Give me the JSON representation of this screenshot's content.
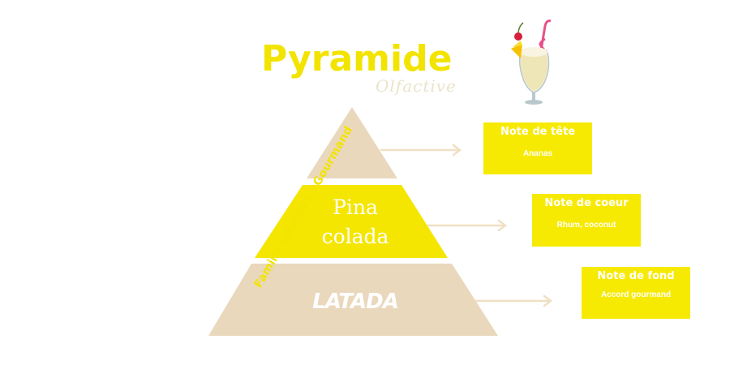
{
  "header": {
    "title": "Pyramide",
    "subtitle": "Olfactive"
  },
  "pyramid": {
    "family_label": "Famille olfactive : Gourmand",
    "middle_label_line1": "Pina",
    "middle_label_line2": "colada",
    "logo_text": "LATADA"
  },
  "notes": [
    {
      "title": "Note de tête",
      "value": "Ananas"
    },
    {
      "title": "Note de coeur",
      "value": "Rhum, coconut"
    },
    {
      "title": "Note de fond",
      "value": "Accord gourmand"
    }
  ],
  "colors": {
    "accent_yellow": "#f7ea02",
    "beige": "#ead8bd",
    "arrow": "#f0dfc4"
  },
  "icons": {
    "cocktail": "pina-colada-glass-icon",
    "logo": "latada-logo"
  }
}
